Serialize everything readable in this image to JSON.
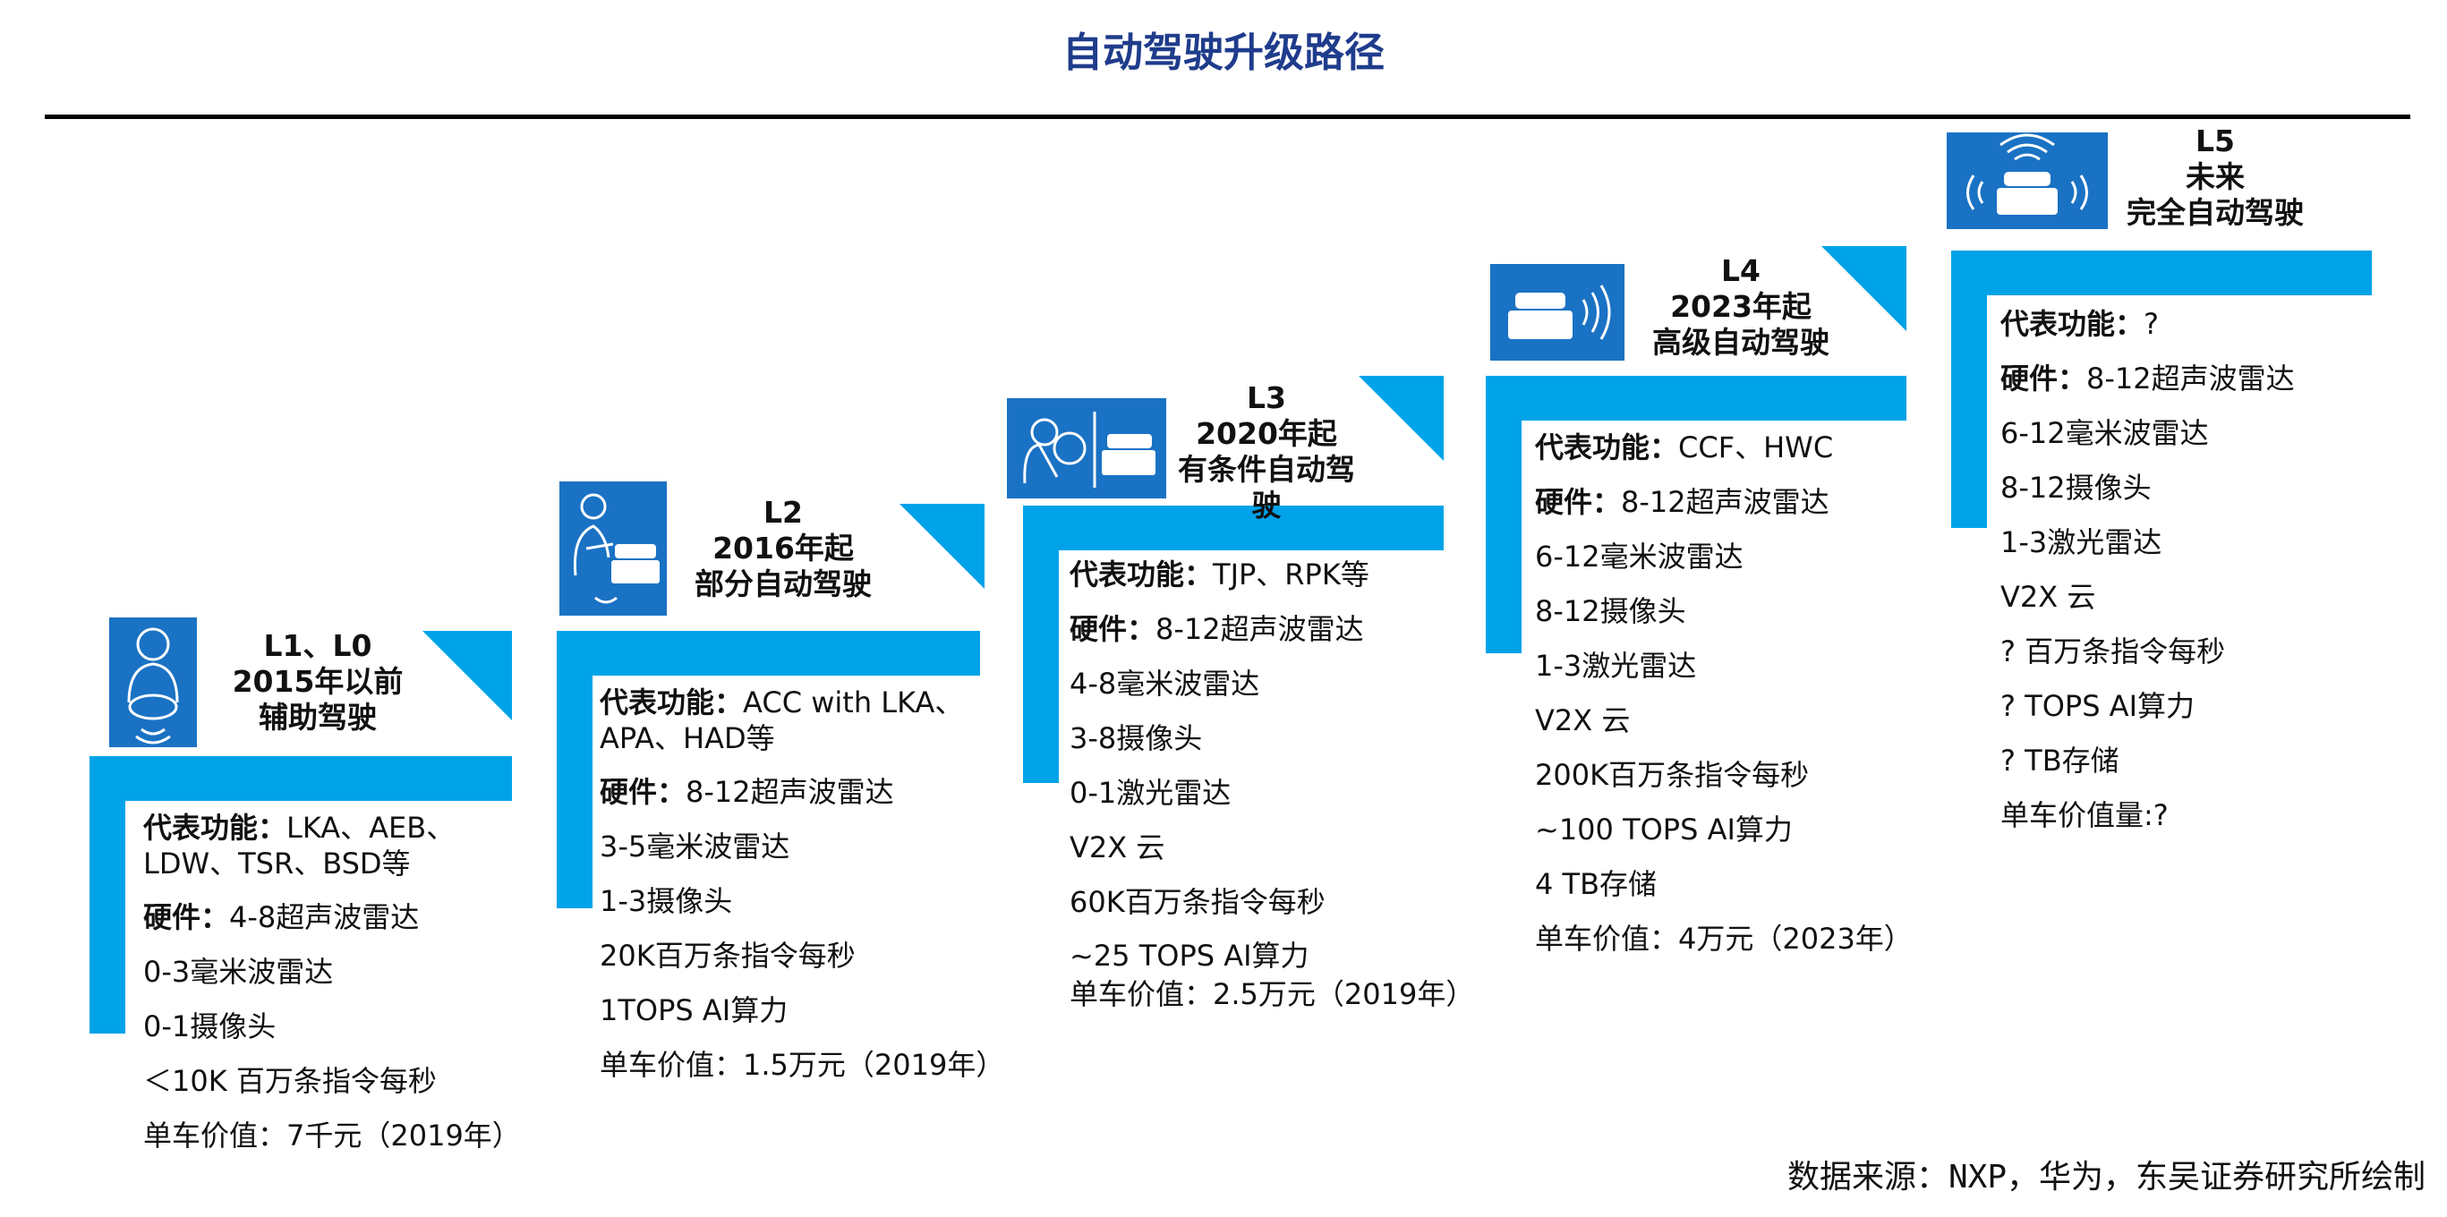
{
  "title": "自动驾驶升级路径",
  "source": "数据来源：NXP，华为，东吴证券研究所绘制",
  "colors": {
    "step_blue": "#00a3e8",
    "icon_blue": "#1a72c4",
    "title_blue": "#1f3c8c"
  },
  "stages": [
    {
      "icon": "driver-steering-wheel-icon",
      "level": "L1、L0",
      "year": "2015年以前",
      "name": "辅助驾驶",
      "func_label": "代表功能：",
      "func_value": "LKA、AEB、LDW、TSR、BSD等",
      "hw_label": "硬件：",
      "hw_value": "4-8超声波雷达",
      "items": [
        "0-3毫米波雷达",
        "0-1摄像头",
        "＜10K 百万条指令每秒"
      ],
      "price": "单车价值：7千元（2019年）"
    },
    {
      "icon": "driver-car-icon",
      "level": "L2",
      "year": "2016年起",
      "name": "部分自动驾驶",
      "func_label": "代表功能：",
      "func_value": "ACC with LKA、APA、HAD等",
      "hw_label": "硬件：",
      "hw_value": "8-12超声波雷达",
      "items": [
        "3-5毫米波雷达",
        "1-3摄像头",
        "20K百万条指令每秒",
        "1TOPS AI算力"
      ],
      "price": "单车价值：1.5万元（2019年）"
    },
    {
      "icon": "seat-wheel-car-icon",
      "level": "L3",
      "year": "2020年起",
      "name": "有条件自动驾驶",
      "func_label": "代表功能：",
      "func_value": "TJP、RPK等",
      "hw_label": "硬件：",
      "hw_value": "8-12超声波雷达",
      "items": [
        "4-8毫米波雷达",
        "3-8摄像头",
        "0-1激光雷达",
        "V2X 云",
        "60K百万条指令每秒",
        "~25 TOPS AI算力"
      ],
      "price": "单车价值：2.5万元（2019年）"
    },
    {
      "icon": "car-radar-icon",
      "level": "L4",
      "year": "2023年起",
      "name": "高级自动驾驶",
      "func_label": "代表功能：",
      "func_value": "CCF、HWC",
      "hw_label": "硬件：",
      "hw_value": "8-12超声波雷达",
      "items": [
        "6-12毫米波雷达",
        "8-12摄像头",
        "1-3激光雷达",
        "V2X 云",
        "200K百万条指令每秒",
        "~100 TOPS AI算力",
        "4 TB存储"
      ],
      "price": "单车价值：4万元（2023年）"
    },
    {
      "icon": "car-wireless-icon",
      "level": "L5",
      "year": "未来",
      "name": "完全自动驾驶",
      "func_label": "代表功能：",
      "func_value": "?",
      "hw_label": "硬件：",
      "hw_value": "8-12超声波雷达",
      "items": [
        "6-12毫米波雷达",
        "8-12摄像头",
        "1-3激光雷达",
        "V2X 云",
        "? 百万条指令每秒",
        "? TOPS AI算力",
        "? TB存储"
      ],
      "price": "单车价值量:?"
    }
  ]
}
